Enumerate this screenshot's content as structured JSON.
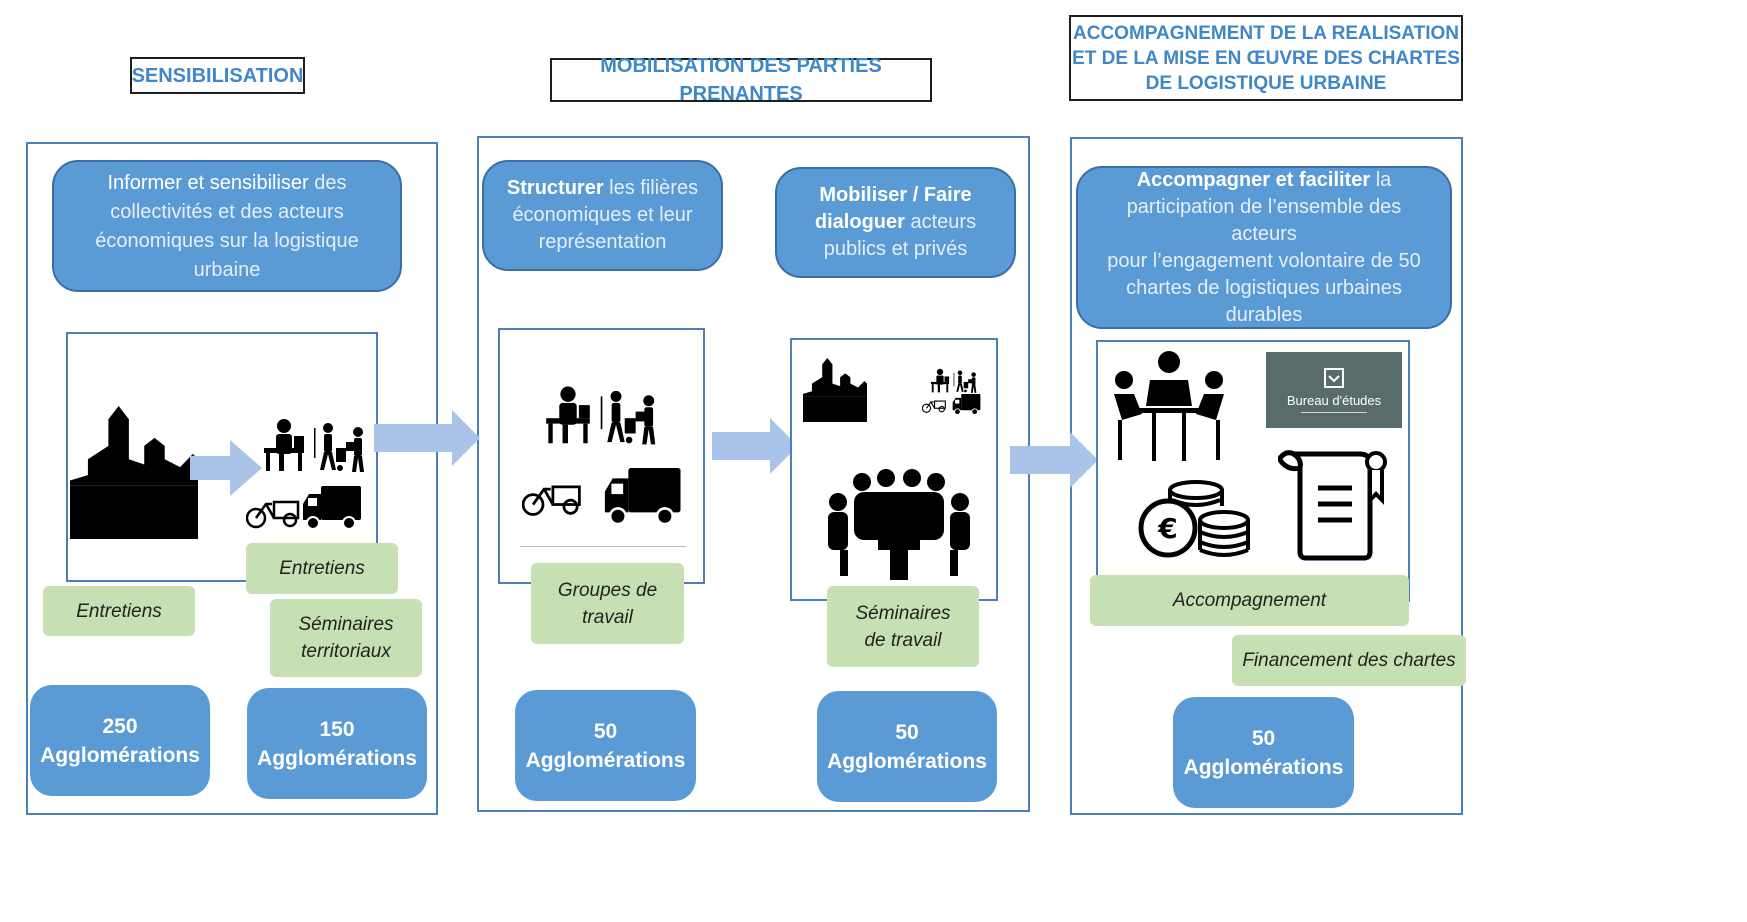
{
  "titles": {
    "sensibilisation": "SENSIBILISATION",
    "mobilisation": "MOBILISATION DES PARTIES PRENANTES",
    "accompagnement": [
      "ACCOMPAGNEMENT DE LA REALISATION",
      "ET DE LA MISE EN ŒUVRE DES CHARTES",
      "DE LOGISTIQUE URBAINE"
    ]
  },
  "col1": {
    "objective": {
      "line1_strong": "Informer et sensibiliser",
      "line1_rest": " des",
      "line2": "collectivités et des acteurs",
      "line3": "économiques sur la logistique",
      "line4": "urbaine"
    },
    "labels": [
      "Entretiens",
      "Entretiens",
      "Séminaires territoriaux"
    ],
    "stats": [
      {
        "number": "250",
        "unit": "Agglomérations"
      },
      {
        "number": "150",
        "unit": "Agglomérations"
      }
    ]
  },
  "col2": {
    "objective_a": {
      "strong": "Structurer",
      "rest1": " les filières",
      "rest2": "économiques et leur",
      "rest3": "représentation"
    },
    "objective_b": {
      "strong1": "Mobiliser / Faire",
      "strong2": "dialoguer",
      "rest1": " acteurs",
      "rest2": "publics et privés"
    },
    "labels": [
      "Groupes de travail",
      "Séminaires de travail"
    ],
    "stats": [
      {
        "number": "50",
        "unit": "Agglomérations"
      },
      {
        "number": "50",
        "unit": "Agglomérations"
      }
    ]
  },
  "col3": {
    "objective": {
      "strong": "Accompagner et faciliter",
      "rest1": " la",
      "line2": "participation de l’ensemble des acteurs",
      "line3": "pour l’engagement volontaire de 50",
      "line4": "chartes de logistiques urbaines",
      "line5": "durables"
    },
    "bureau": "Bureau d'études",
    "labels": [
      "Accompagnement",
      "Financement des chartes"
    ],
    "stat": {
      "number": "50",
      "unit": "Agglomérations"
    }
  },
  "colors": {
    "blue": "#5b9bd5",
    "green": "#c6e0b4",
    "title": "#3f87c8",
    "arrow": "#a9c4e8"
  },
  "icons": [
    "city-skyline-icon",
    "delivery-workers-icon",
    "cargo-bike-icon",
    "delivery-truck-icon",
    "meeting-table-icon",
    "negotiation-icon",
    "coins-euro-icon",
    "certificate-scroll-icon",
    "checkbox-icon"
  ]
}
